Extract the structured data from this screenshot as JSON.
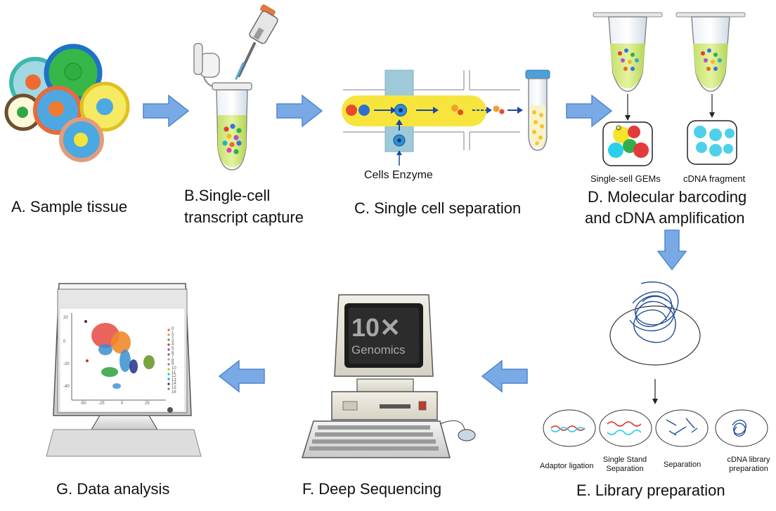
{
  "steps": {
    "a": "A. Sample tissue",
    "b_line1": "B.Single-cell",
    "b_line2": "transcript capture",
    "c": "C. Single cell separation",
    "d_line1": "D. Molecular barcoding",
    "d_line2": "and cDNA amplification",
    "e": "E. Library preparation",
    "f": "F. Deep Sequencing",
    "g": "G. Data analysis"
  },
  "sublabels": {
    "cells_enzyme": "Cells Enzyme",
    "gems": "Single-sell GEMs",
    "cdna_fragment": "cDNA fragment",
    "adaptor_ligation": "Adaptor ligation",
    "single_stand_line1": "Single Stand",
    "single_stand_line2": "Separation",
    "separation": "Separation",
    "cdna_library_line1": "cDNA library",
    "cdna_library_line2": "preparation"
  },
  "screen": {
    "logo_main": "10✕",
    "logo_sub": "Genomics"
  },
  "plot": {
    "y_ticks": [
      "20",
      "0",
      "-20",
      "-40"
    ],
    "x_ticks": [
      "-50",
      "-25",
      "0",
      "25"
    ],
    "legend": [
      "0",
      "1",
      "2",
      "3",
      "4",
      "5",
      "6",
      "7",
      "8",
      "9",
      "10",
      "11",
      "12",
      "13",
      "14",
      "15",
      "16"
    ]
  },
  "colors": {
    "arrow_fill": "#7aaae6",
    "arrow_stroke": "#4f86cf",
    "tube_liquid": "#d8ec8a",
    "channel_yellow": "#f7e43d",
    "monitor_dark": "#1c1c1c",
    "logo_text": "#a8a8a8"
  }
}
